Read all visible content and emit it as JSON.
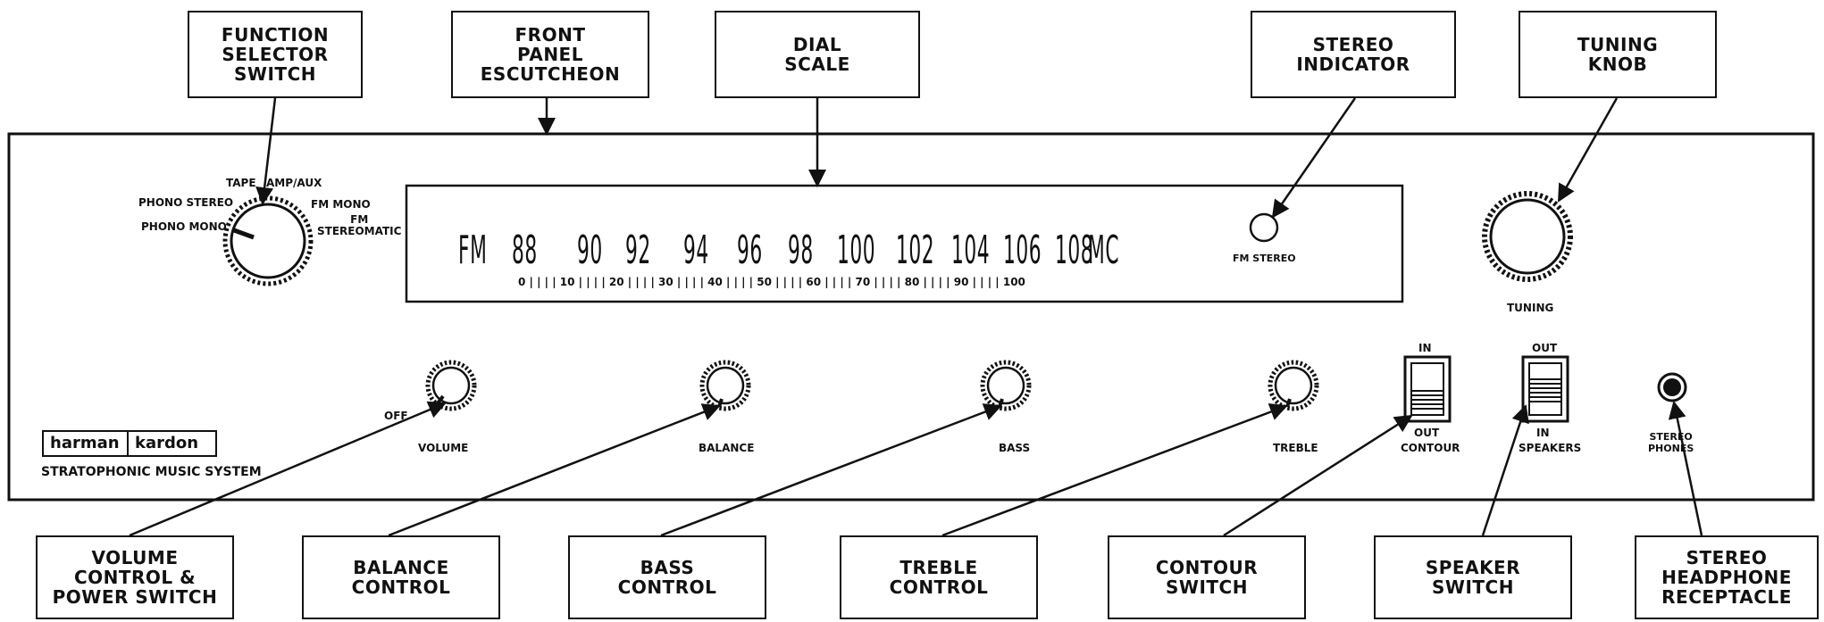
{
  "callouts": {
    "function_selector": "FUNCTION\nSELECTOR\nSWITCH",
    "front_panel": "FRONT\nPANEL\nESCUTCHEON",
    "dial_scale": "DIAL\nSCALE",
    "stereo_indicator": "STEREO\nINDICATOR",
    "tuning_knob": "TUNING\nKNOB",
    "volume": "VOLUME\nCONTROL &\nPOWER SWITCH",
    "balance": "BALANCE\nCONTROL",
    "bass": "BASS\nCONTROL",
    "treble": "TREBLE\nCONTROL",
    "contour": "CONTOUR\nSWITCH",
    "speaker": "SPEAKER\nSWITCH",
    "headphone": "STEREO\nHEADPHONE\nRECEPTACLE"
  },
  "selector_positions": {
    "tape": "TAPE",
    "amp_aux": "AMP/AUX",
    "phono_stereo": "PHONO STEREO",
    "phono_mono": "PHONO MONO",
    "fm_mono": "FM MONO",
    "fm_stereomatic": "FM\nSTEREOMATIC"
  },
  "dial": {
    "band": "FM",
    "unit": "MC",
    "frequencies": [
      "88",
      "90",
      "92",
      "94",
      "96",
      "98",
      "100",
      "102",
      "104",
      "106",
      "108"
    ],
    "log_scale": "0 | | | | 10 | | | | 20 | | | | 30 | | | | 40 | | | | 50 | | | | 60 | | | | 70 | | | | 80 | | | | 90 | | | | 100"
  },
  "indicator_label": "FM STEREO",
  "tuning_label": "TUNING",
  "control_labels": {
    "off": "OFF",
    "volume": "VOLUME",
    "balance": "BALANCE",
    "bass": "BASS",
    "treble": "TREBLE"
  },
  "contour_switch": {
    "top": "IN",
    "bottom": "OUT",
    "name": "CONTOUR"
  },
  "speaker_switch": {
    "top": "OUT",
    "bottom": "IN",
    "name": "SPEAKERS"
  },
  "phones_label": "STEREO\nPHONES",
  "brand": {
    "left": "harman",
    "right": "kardon",
    "system": "STRATOPHONIC MUSIC SYSTEM"
  }
}
